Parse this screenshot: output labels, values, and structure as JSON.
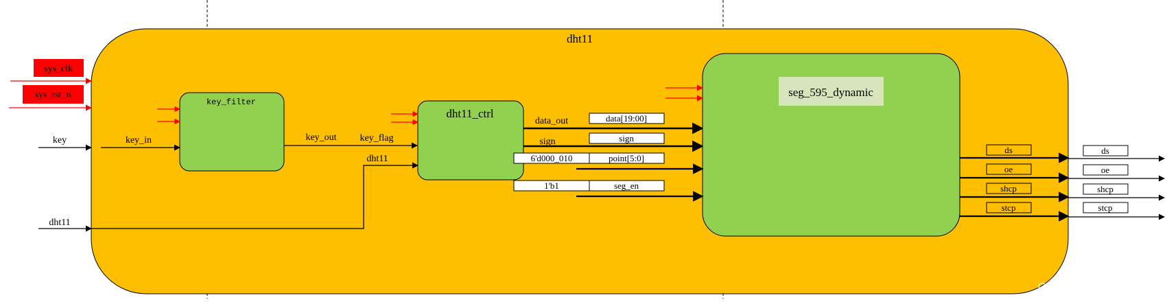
{
  "top_module": {
    "title": "dht11"
  },
  "ext_inputs": {
    "sys_clk": "sys_clk",
    "sys_rst_n": "sys_rst_n",
    "key": "key",
    "dht11": "dht11"
  },
  "key_filter": {
    "title": "key_filter",
    "in_label": "key_in",
    "out_label": "key_out"
  },
  "dht11_ctrl": {
    "title": "dht11_ctrl",
    "key_flag": "key_flag",
    "dht11_in": "dht11",
    "data_out": "data_out",
    "sign": "sign"
  },
  "seg": {
    "title": "seg_595_dynamic",
    "data_box": "data[19:00]",
    "sign_box": "sign",
    "point_const": "6'd000_010",
    "point_box": "point[5:0]",
    "seg_en_const": "1'b1",
    "seg_en_box": "seg_en",
    "out_ds": "ds",
    "out_oe": "oe",
    "out_shcp": "shcp",
    "out_stcp": "stcp"
  },
  "ext_outputs": {
    "ds": "ds",
    "oe": "oe",
    "shcp": "shcp",
    "stcp": "stcp"
  },
  "watermark": "CSDN @warrior_L_2023",
  "colors": {
    "top_fill": "#fdbf00",
    "sub_fill": "#92d050",
    "red": "#ff0000",
    "seg_label_bg": "#d8e4bc"
  }
}
